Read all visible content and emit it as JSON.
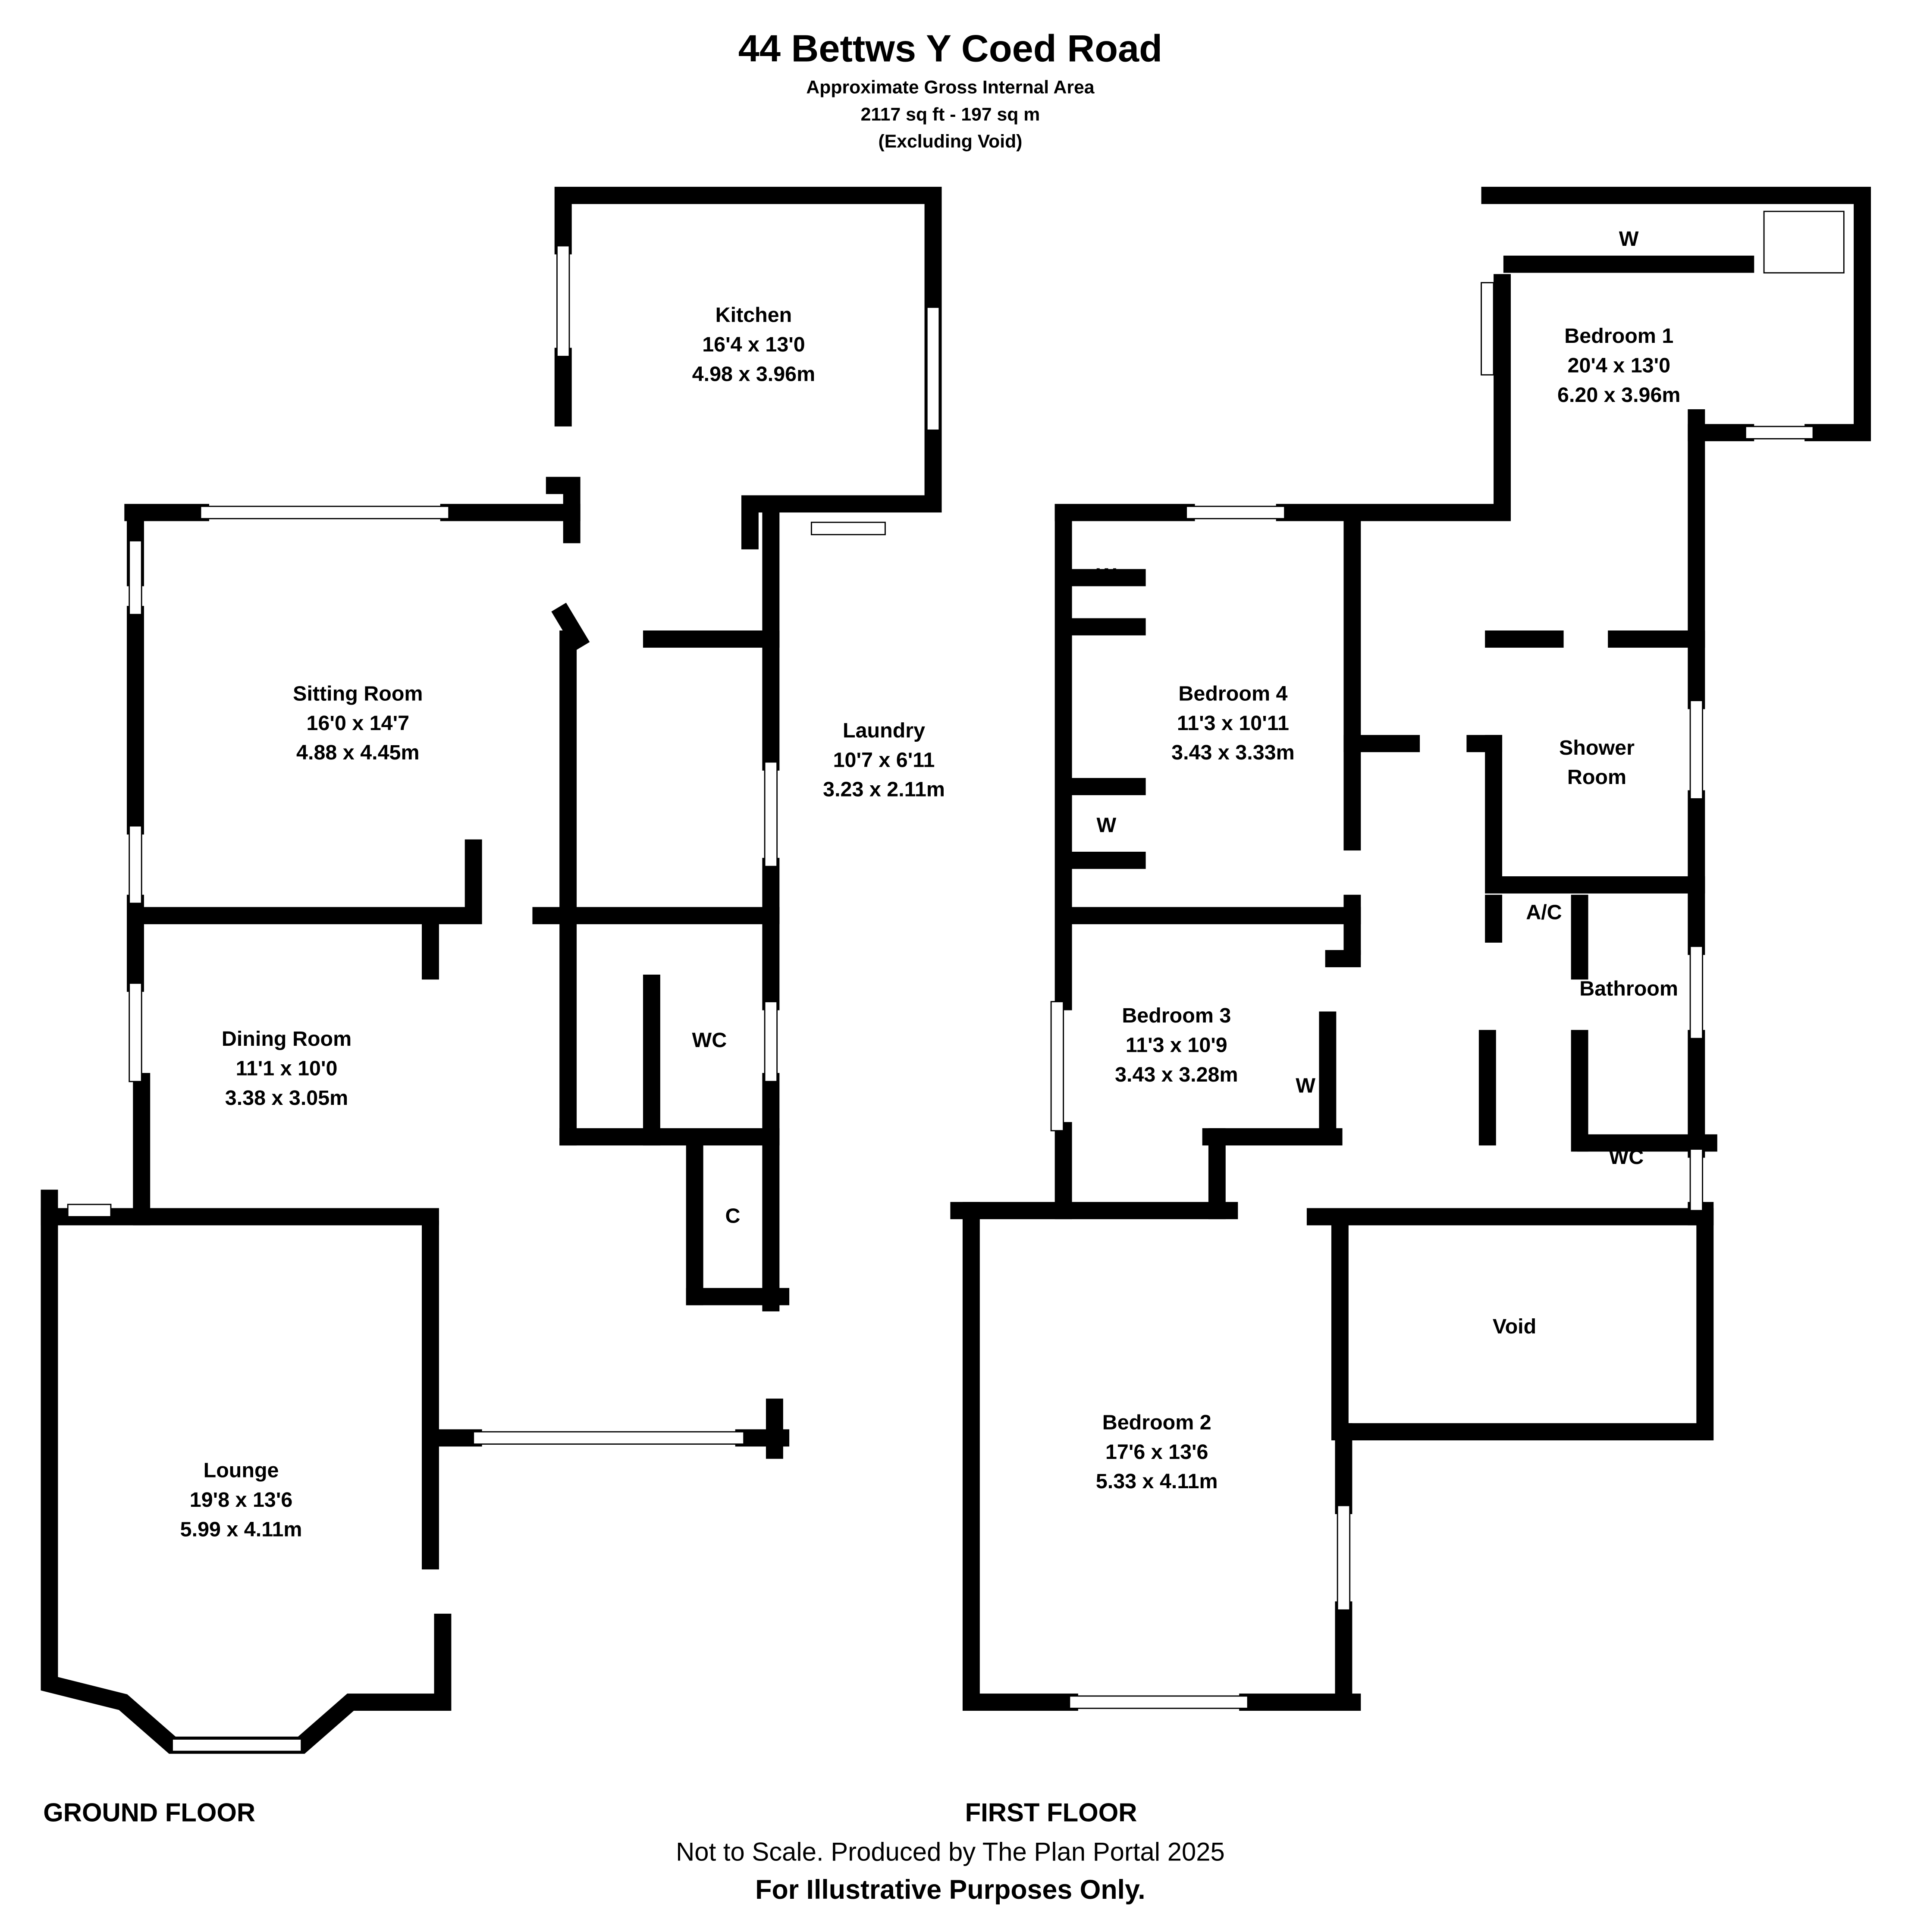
{
  "header": {
    "title": "44 Bettws Y Coed Road",
    "subtitle": "Approximate Gross Internal Area",
    "area": "2117 sq ft - 197 sq m",
    "note": "(Excluding Void)"
  },
  "ground_floor": {
    "label": "GROUND FLOOR",
    "rooms": [
      {
        "name": "Kitchen",
        "imperial": "16'4 x 13'0",
        "metric": "4.98 x 3.96m"
      },
      {
        "name": "Sitting Room",
        "imperial": "16'0 x 14'7",
        "metric": "4.88 x 4.45m"
      },
      {
        "name": "Laundry",
        "imperial": "10'7 x 6'11",
        "metric": "3.23 x 2.11m"
      },
      {
        "name": "Dining Room",
        "imperial": "11'1 x 10'0",
        "metric": "3.38 x 3.05m"
      },
      {
        "name": "Lounge",
        "imperial": "19'8 x 13'6",
        "metric": "5.99 x 4.11m"
      }
    ],
    "tags": {
      "wc": "WC",
      "cupboard": "C"
    }
  },
  "first_floor": {
    "label": "FIRST FLOOR",
    "rooms": [
      {
        "name": "Bedroom 1",
        "imperial": "20'4 x 13'0",
        "metric": "6.20 x 3.96m"
      },
      {
        "name": "Bedroom 4",
        "imperial": "11'3 x 10'11",
        "metric": "3.43 x 3.33m"
      },
      {
        "name": "Bedroom 3",
        "imperial": "11'3 x 10'9",
        "metric": "3.43 x 3.28m"
      },
      {
        "name": "Bedroom 2",
        "imperial": "17'6 x 13'6",
        "metric": "5.33 x 4.11m"
      }
    ],
    "shower_room": [
      "Shower",
      "Room"
    ],
    "tags": {
      "wardrobe": "W",
      "airing": "A/C",
      "bathroom": "Bathroom",
      "wc": "WC",
      "void": "Void"
    }
  },
  "footer": {
    "line1": "Not to Scale. Produced by The Plan Portal 2025",
    "line2": "For Illustrative Purposes Only."
  }
}
